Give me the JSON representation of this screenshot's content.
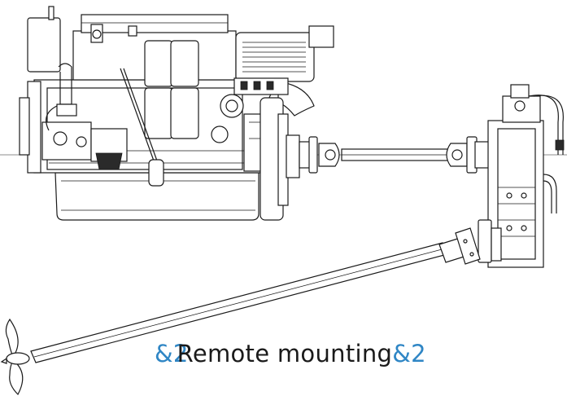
{
  "caption": {
    "prefix": "&2",
    "text": "Remote mounting",
    "suffix": "&2",
    "token_color": "#2f86c5",
    "text_color": "#1a1a1a"
  },
  "icons": {
    "engine": "marine-engine-icon",
    "shaft": "drive-shaft-icon",
    "gearbox": "v-drive-gearbox-icon",
    "propeller": "propeller-icon"
  }
}
